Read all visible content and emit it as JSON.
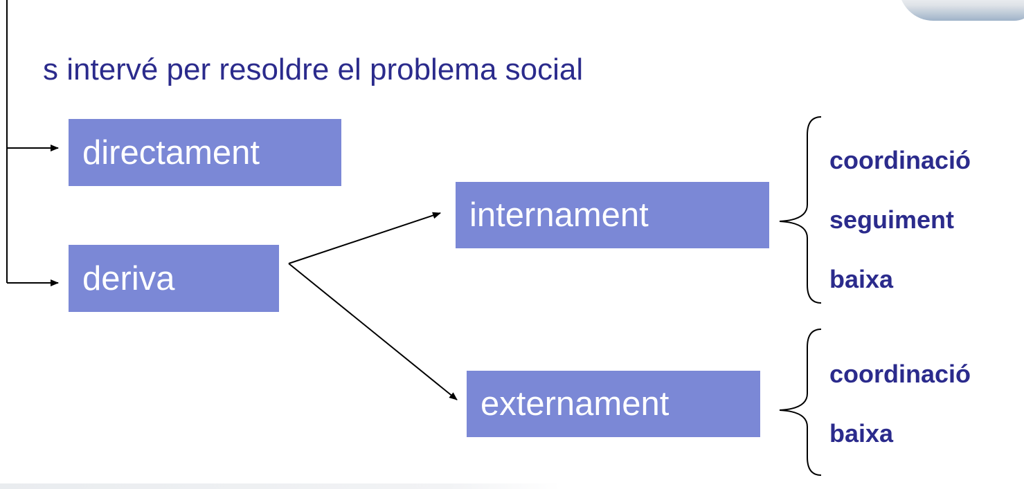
{
  "title": "s intervé per resoldre el problema social",
  "boxes": {
    "directament": "directament",
    "deriva": "deriva",
    "internament": "internament",
    "externament": "externament"
  },
  "internament_items": [
    "coordinació",
    "seguiment",
    "baixa"
  ],
  "externament_items": [
    "coordinació",
    "baixa"
  ],
  "colors": {
    "box_fill": "#7b88d6",
    "box_text": "#ffffff",
    "text": "#2b2b8c",
    "lines": "#000000"
  }
}
